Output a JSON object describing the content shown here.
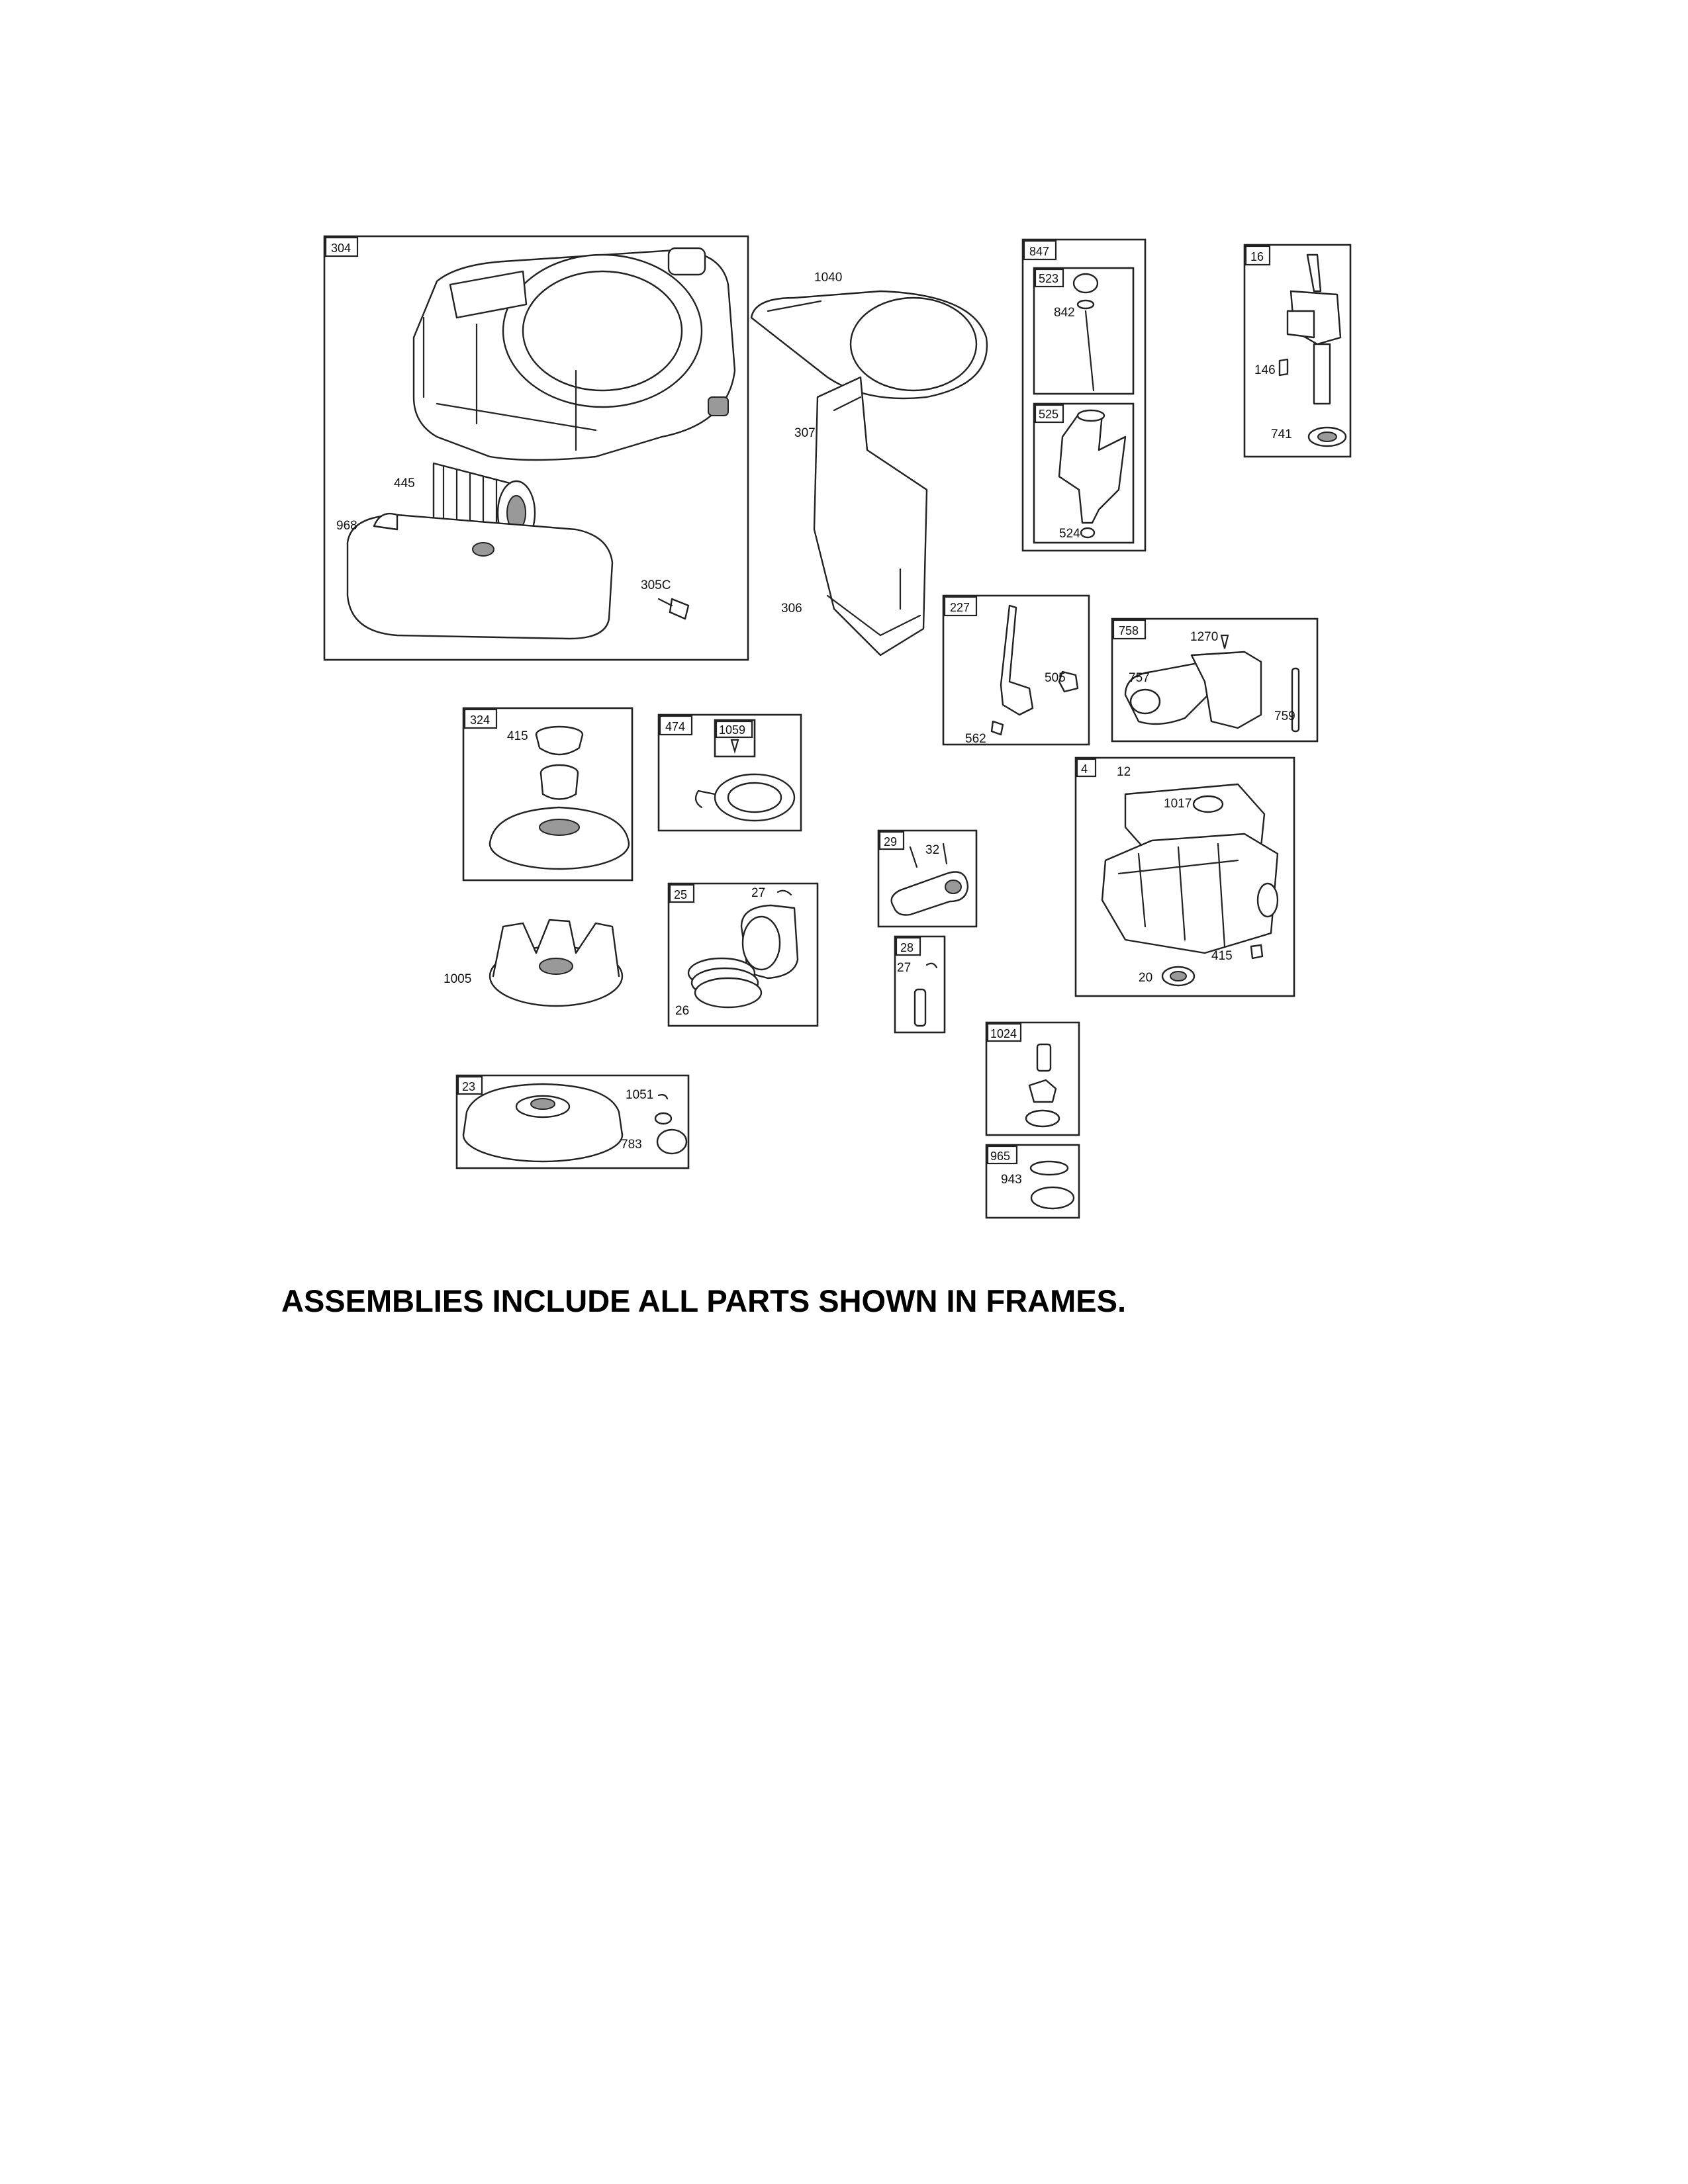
{
  "caption": "ASSEMBLIES INCLUDE ALL PARTS SHOWN IN FRAMES.",
  "frames": {
    "f304": "304",
    "f847": "847",
    "f523": "523",
    "f525": "525",
    "f16": "16",
    "f227": "227",
    "f758": "758",
    "f324": "324",
    "f474": "474",
    "f1059": "1059",
    "f4": "4",
    "f29": "29",
    "f25": "25",
    "f28": "28",
    "f23": "23",
    "f1024": "1024",
    "f965": "965"
  },
  "labels": {
    "l1040": "1040",
    "l307": "307",
    "l445": "445",
    "l968": "968",
    "l305c": "305C",
    "l306": "306",
    "l842": "842",
    "l524": "524",
    "l146": "146",
    "l741": "741",
    "l505": "505",
    "l562": "562",
    "l1270": "1270",
    "l757": "757",
    "l759": "759",
    "l415a": "415",
    "l12": "12",
    "l1017": "1017",
    "l415b": "415",
    "l20": "20",
    "l32": "32",
    "l27a": "27",
    "l27b": "27",
    "l26": "26",
    "l1005": "1005",
    "l1051": "1051",
    "l783": "783",
    "l943": "943"
  }
}
